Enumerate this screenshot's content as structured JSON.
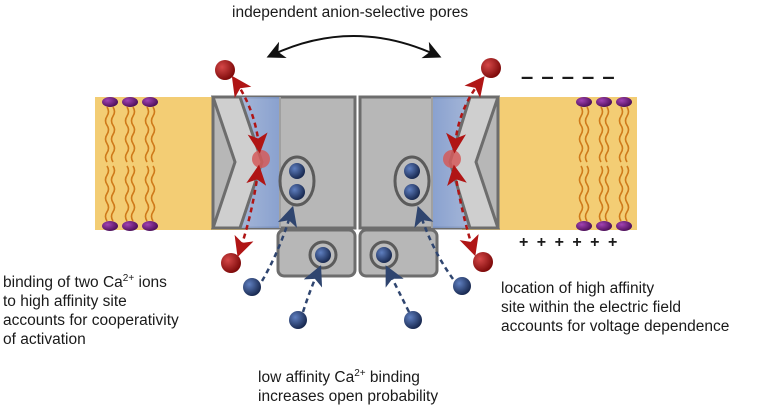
{
  "labels": {
    "top": "independent anion-selective pores",
    "left": {
      "l1a": "binding of two Ca",
      "l1sup": "2+",
      "l1b": " ions",
      "l2": "to high affinity site",
      "l3": "accounts for cooperativity",
      "l4": "of activation"
    },
    "right": {
      "l1": "location of high affinity",
      "l2": "site within the electric field",
      "l3": "accounts for voltage dependence"
    },
    "bottom": {
      "l1a": "low affinity Ca",
      "l1sup": "2+",
      "l1b": " binding",
      "l2": "increases open probability"
    },
    "neg_charges": "– – – – –",
    "pos_charges": "+ + + + + +"
  },
  "colors": {
    "membrane": "#f3cd74",
    "lipid_head": "#6f1f7a",
    "lipid_tail": "#cf7a1a",
    "protein": "#b7b7b7",
    "protein_outline": "#6d6d6d",
    "pore_blue": "#8aa7d8",
    "chloride_ion": "#9b0d0d",
    "calcium_ion": "#233c73",
    "arrow_red": "#b01515",
    "arrow_blue": "#2f456f"
  }
}
